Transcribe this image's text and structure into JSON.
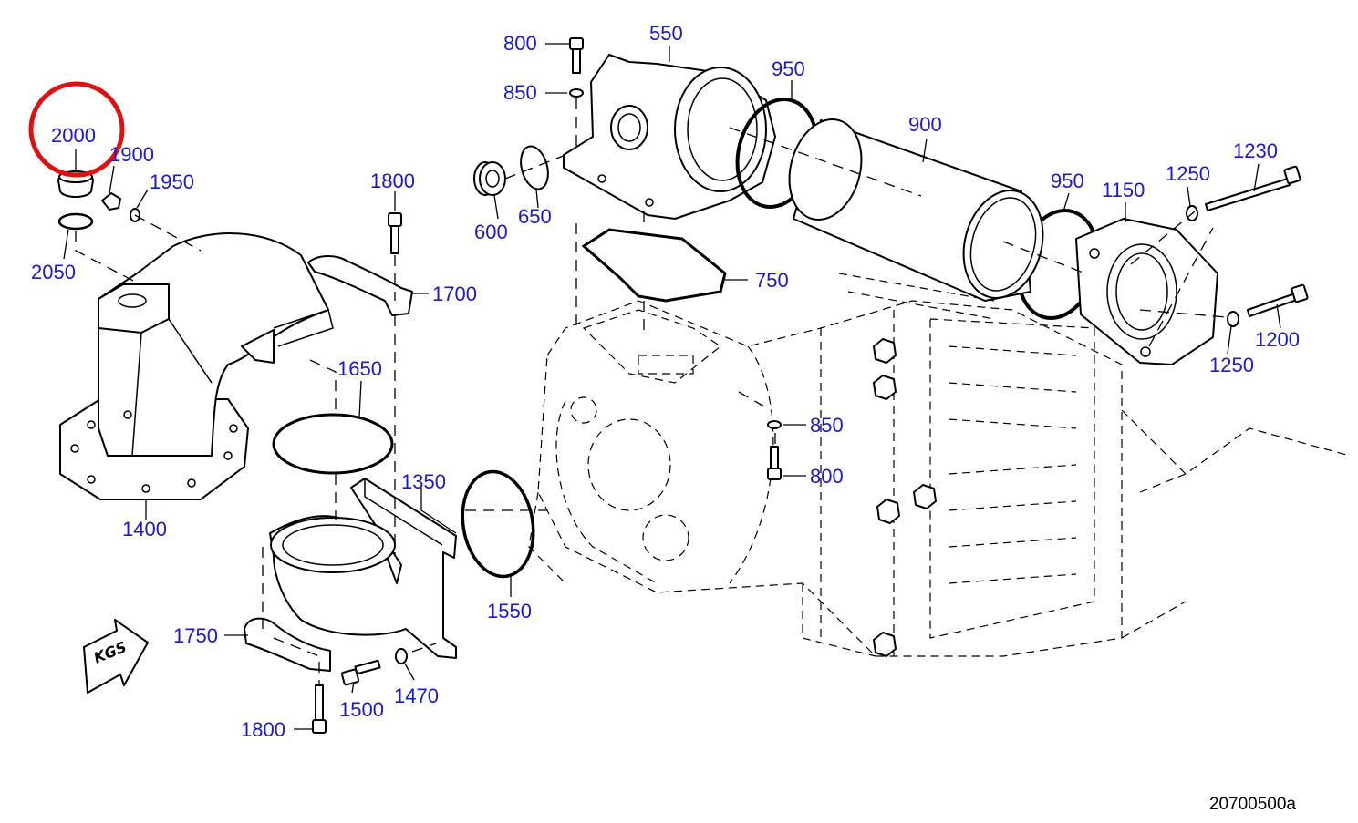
{
  "diagram": {
    "reference_code": "20700500a",
    "direction_marker": "KGS",
    "highlight_color": "#e01010",
    "label_color": "#1a1acc",
    "highlighted_part": "2000",
    "callouts": [
      "2000",
      "1900",
      "1950",
      "2050",
      "1400",
      "1800",
      "1700",
      "1650",
      "1350",
      "1750",
      "1500",
      "1470",
      "1800",
      "1550",
      "800",
      "850",
      "550",
      "950",
      "600",
      "650",
      "750",
      "900",
      "950",
      "1150",
      "1250",
      "1230",
      "1250",
      "1200",
      "850",
      "800"
    ]
  }
}
